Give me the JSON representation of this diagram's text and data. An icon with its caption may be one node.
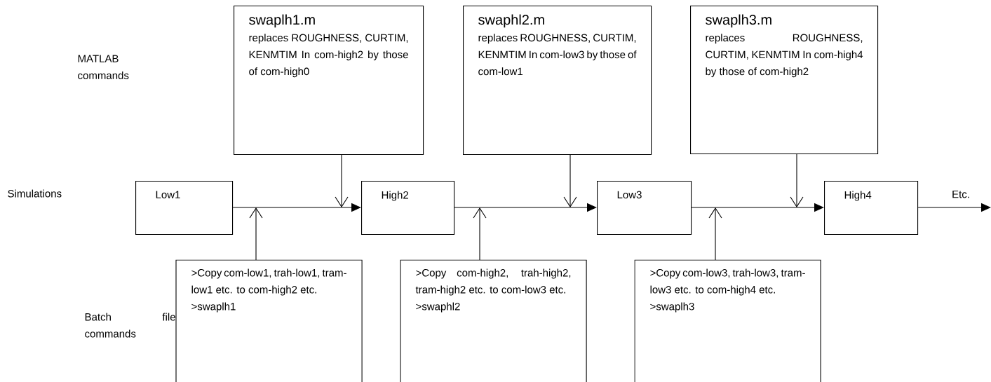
{
  "diagram": {
    "nodes": [
      {
        "text": [
          "swaplh1.m",
          "replaces ROUGHNESS, CURTIM, KENMTIM In com-high2 by those of com-high0"
        ]
      },
      {
        "text": [
          "swaphl2.m",
          "replaces ROUGHNESS, CURTIM, KENMTIM In com-low3 by those of com-low1"
        ]
      },
      {
        "text": [
          "swaplh3.m",
          "replaces ROUGHNESS, CURTIM, KENMTIM In com-high4 by those of com-high2"
        ]
      },
      {
        "text": [
          "Low1"
        ]
      },
      {
        "text": [
          "High2"
        ]
      },
      {
        "text": [
          "Low3"
        ]
      },
      {
        "text": [
          "High4"
        ]
      },
      {
        "text": [
          ">Copy com-low1, trah-low1, tram-low1 etc. to com-high2 etc.",
          ">swaplh1"
        ]
      },
      {
        "text": [
          ">Copy com-high2, trah-high2, tram-high2 etc. to com-low3 etc.",
          ">swaphl2"
        ]
      },
      {
        "text": [
          ">Copy com-low3, trah-low3, tram-low3 etc. to com-high4 etc.",
          ">swaplh3"
        ]
      }
    ],
    "edges": [
      {
        "from": 3,
        "to": 4,
        "arrow": "to"
      },
      {
        "from": 4,
        "to": 5,
        "arrow": "to"
      },
      {
        "from": 5,
        "to": 6,
        "arrow": "to"
      },
      {
        "from": 6,
        "to": null,
        "arrow": "to",
        "label": "Etc."
      },
      {
        "from": 0,
        "to": null,
        "arrow": "to"
      },
      {
        "from": 1,
        "to": null,
        "arrow": "to"
      },
      {
        "from": 2,
        "to": null,
        "arrow": "to"
      },
      {
        "from": 7,
        "to": null,
        "arrow": "to"
      },
      {
        "from": 8,
        "to": null,
        "arrow": "to"
      },
      {
        "from": 9,
        "to": null,
        "arrow": "to"
      }
    ],
    "labels": [
      "MATLAB commands",
      "Simulations",
      "Batch file commands"
    ]
  }
}
